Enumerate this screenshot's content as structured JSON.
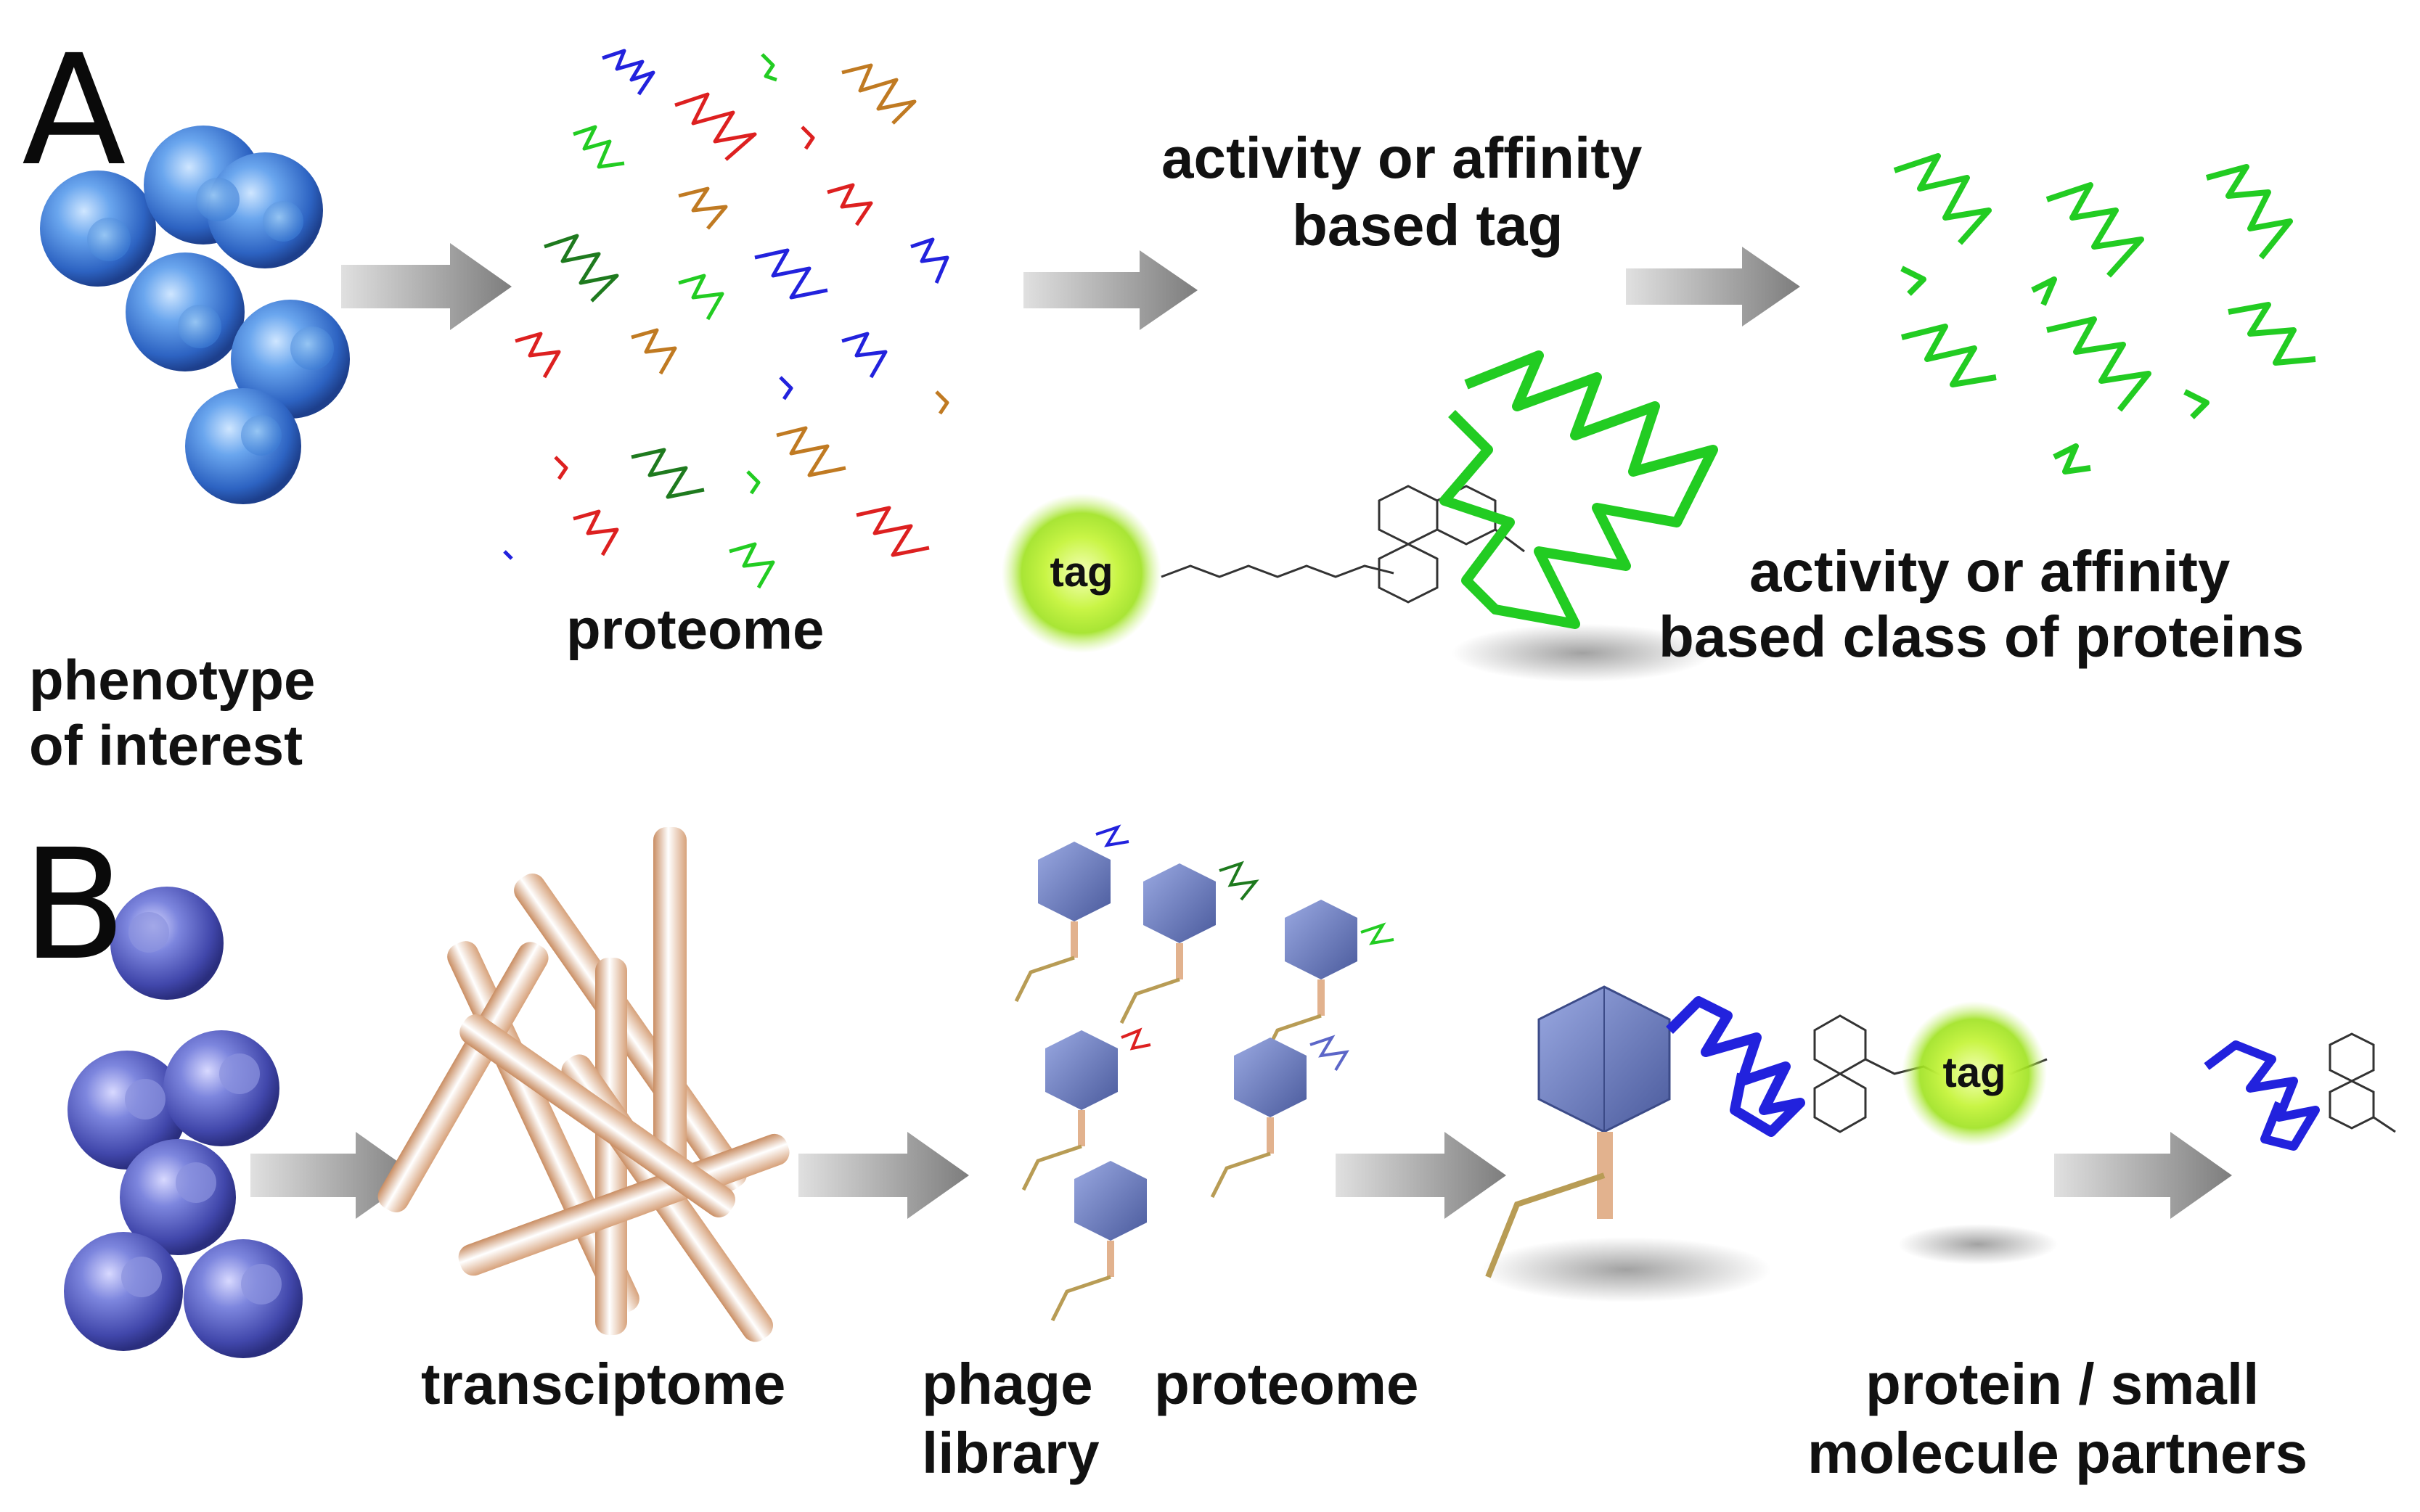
{
  "panels": {
    "a": {
      "letter": "A",
      "labels": {
        "phenotype_line1": "phenotype",
        "phenotype_line2": "of interest",
        "proteome": "proteome",
        "tag_step_line1": "activity or affinity",
        "tag_step_line2": "based tag",
        "class_line1": "activity or affinity",
        "class_line2": "based class of proteins",
        "tag_bead": "tag"
      }
    },
    "b": {
      "letter": "B",
      "labels": {
        "transcriptome": "transciptome",
        "phage_line1": "phage",
        "phage_line2": "library",
        "proteome": "proteome",
        "partners_line1": "protein / small",
        "partners_line2": "molecule partners",
        "tag_bead": "tag"
      }
    }
  },
  "colors": {
    "cell_blue": "#3f7fd6",
    "cell_purple": "#5c66c8",
    "arrow_gray": "#9a9a9a",
    "protein_green": "#22cc22",
    "protein_red": "#dd2020",
    "protein_blue": "#2222dd",
    "protein_orange": "#c07a22",
    "protein_darkgreen": "#1e7a1e",
    "tag_glow": "#b6f03a",
    "rod_tan": "#e2b28e",
    "phage_capsid": "#6f7fbf",
    "phage_legs": "#b89c55"
  }
}
